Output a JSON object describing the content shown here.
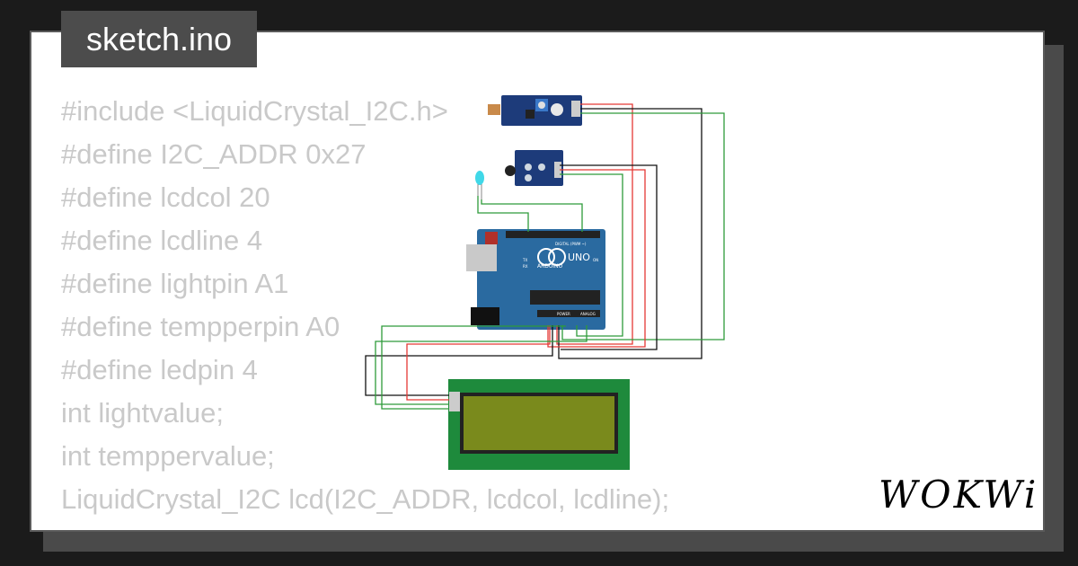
{
  "file": {
    "name": "sketch.ino"
  },
  "code": {
    "lines": [
      "#include <LiquidCrystal_I2C.h>",
      "#define I2C_ADDR 0x27",
      "#define lcdcol 20",
      "#define lcdline 4",
      "#define lightpin A1",
      "#define tempperpin A0",
      "#define ledpin 4",
      "int lightvalue;",
      "int temppervalue;",
      "LiquidCrystal_I2C lcd(I2C_ADDR, lcdcol, lcdline);"
    ]
  },
  "diagram": {
    "arduino": {
      "brand": "ARDUINO",
      "model": "UNO",
      "digital_label": "DIGITAL (PWM ~)",
      "analog_label": "ANALOG",
      "power_label": "POWER",
      "on_label": "ON",
      "tx_label": "TX",
      "rx_label": "RX"
    },
    "colors": {
      "wire_red": "#e53935",
      "wire_green": "#2e9b3a",
      "wire_black": "#111111",
      "board": "#2a6aa0",
      "lcd_frame": "#1e8a3c",
      "lcd_screen": "#7a8a1c",
      "sensor": "#1d3b7a",
      "led": "#40d8e8"
    }
  },
  "brand": {
    "logo": "WOKWi"
  }
}
